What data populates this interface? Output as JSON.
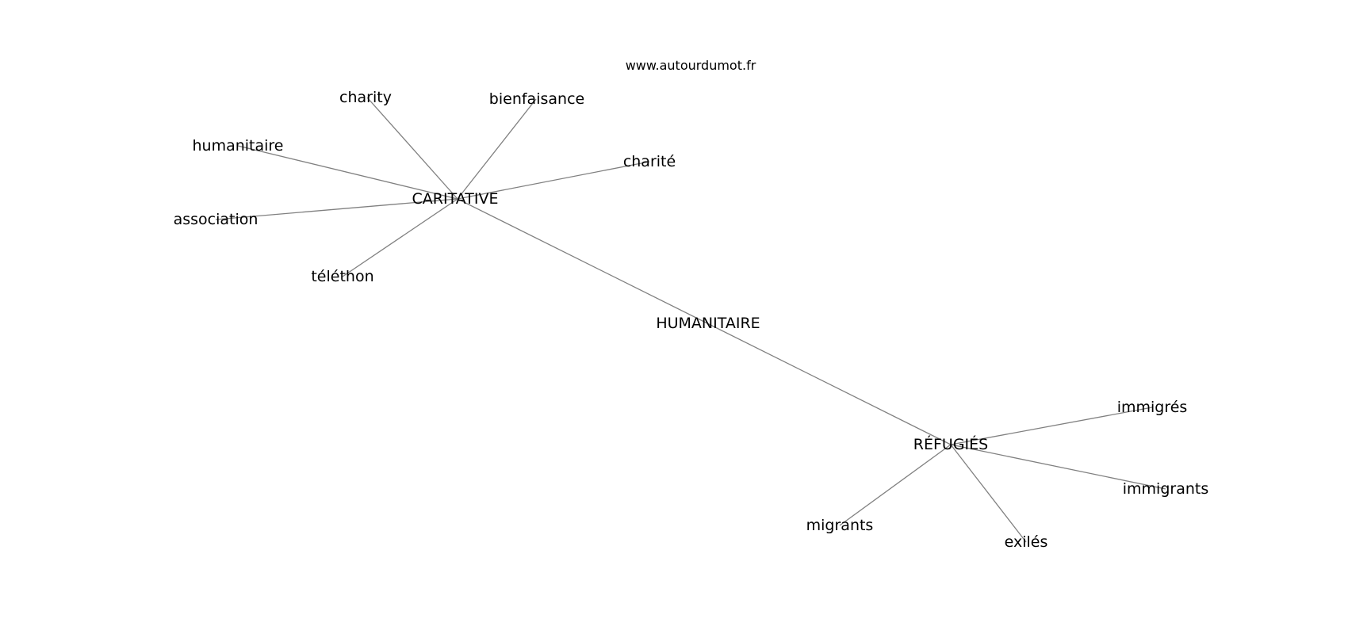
{
  "source": "www.autourdumot.fr",
  "graph": {
    "nodes": [
      {
        "id": "humanitaire_center",
        "label": "HUMANITAIRE"
      },
      {
        "id": "caritative",
        "label": "CARITATIVE"
      },
      {
        "id": "refugies",
        "label": "RÉFUGIÉS"
      },
      {
        "id": "charity",
        "label": "charity"
      },
      {
        "id": "bienfaisance",
        "label": "bienfaisance"
      },
      {
        "id": "humanitaire",
        "label": "humanitaire"
      },
      {
        "id": "charite",
        "label": "charité"
      },
      {
        "id": "association",
        "label": "association"
      },
      {
        "id": "telethon",
        "label": "téléthon"
      },
      {
        "id": "immigres",
        "label": "immigrés"
      },
      {
        "id": "immigrants",
        "label": "immigrants"
      },
      {
        "id": "migrants",
        "label": "migrants"
      },
      {
        "id": "exiles",
        "label": "exilés"
      }
    ],
    "edges": [
      [
        "caritative",
        "refugies"
      ],
      [
        "caritative",
        "charity"
      ],
      [
        "caritative",
        "bienfaisance"
      ],
      [
        "caritative",
        "humanitaire"
      ],
      [
        "caritative",
        "charite"
      ],
      [
        "caritative",
        "association"
      ],
      [
        "caritative",
        "telethon"
      ],
      [
        "refugies",
        "immigres"
      ],
      [
        "refugies",
        "immigrants"
      ],
      [
        "refugies",
        "migrants"
      ],
      [
        "refugies",
        "exiles"
      ]
    ]
  }
}
